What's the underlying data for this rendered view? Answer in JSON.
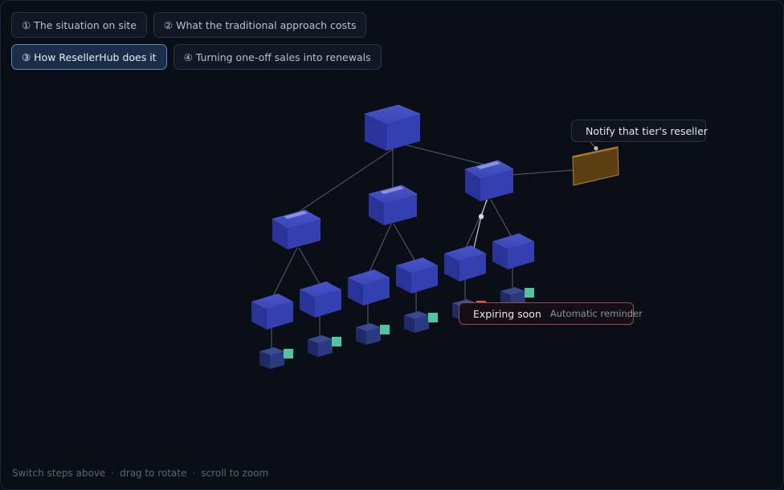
{
  "tabs": [
    {
      "label": "① The situation on site",
      "active": false
    },
    {
      "label": "② What the traditional approach costs",
      "active": false
    },
    {
      "label": "③ How ResellerHub does it",
      "active": true
    },
    {
      "label": "④ Turning one-off sales into renewals",
      "active": false
    }
  ],
  "callouts": {
    "notify": {
      "label": "Notify that tier's reseller",
      "color": "#f2c46a"
    },
    "expiring": {
      "label": "Expiring soon",
      "sublabel": "Automatic reminder",
      "color": "#d9544f"
    }
  },
  "hints": {
    "switch": "Switch steps above",
    "drag": "drag to rotate",
    "scroll": "scroll to zoom",
    "separator": "·"
  },
  "colors": {
    "background": "#0a0e17",
    "box": "#2f3aa6",
    "device": "#22306b",
    "device_status": "#4fc6a0",
    "reseller_panel": "#5b3e12",
    "tab_active_border": "#5b86bd"
  }
}
